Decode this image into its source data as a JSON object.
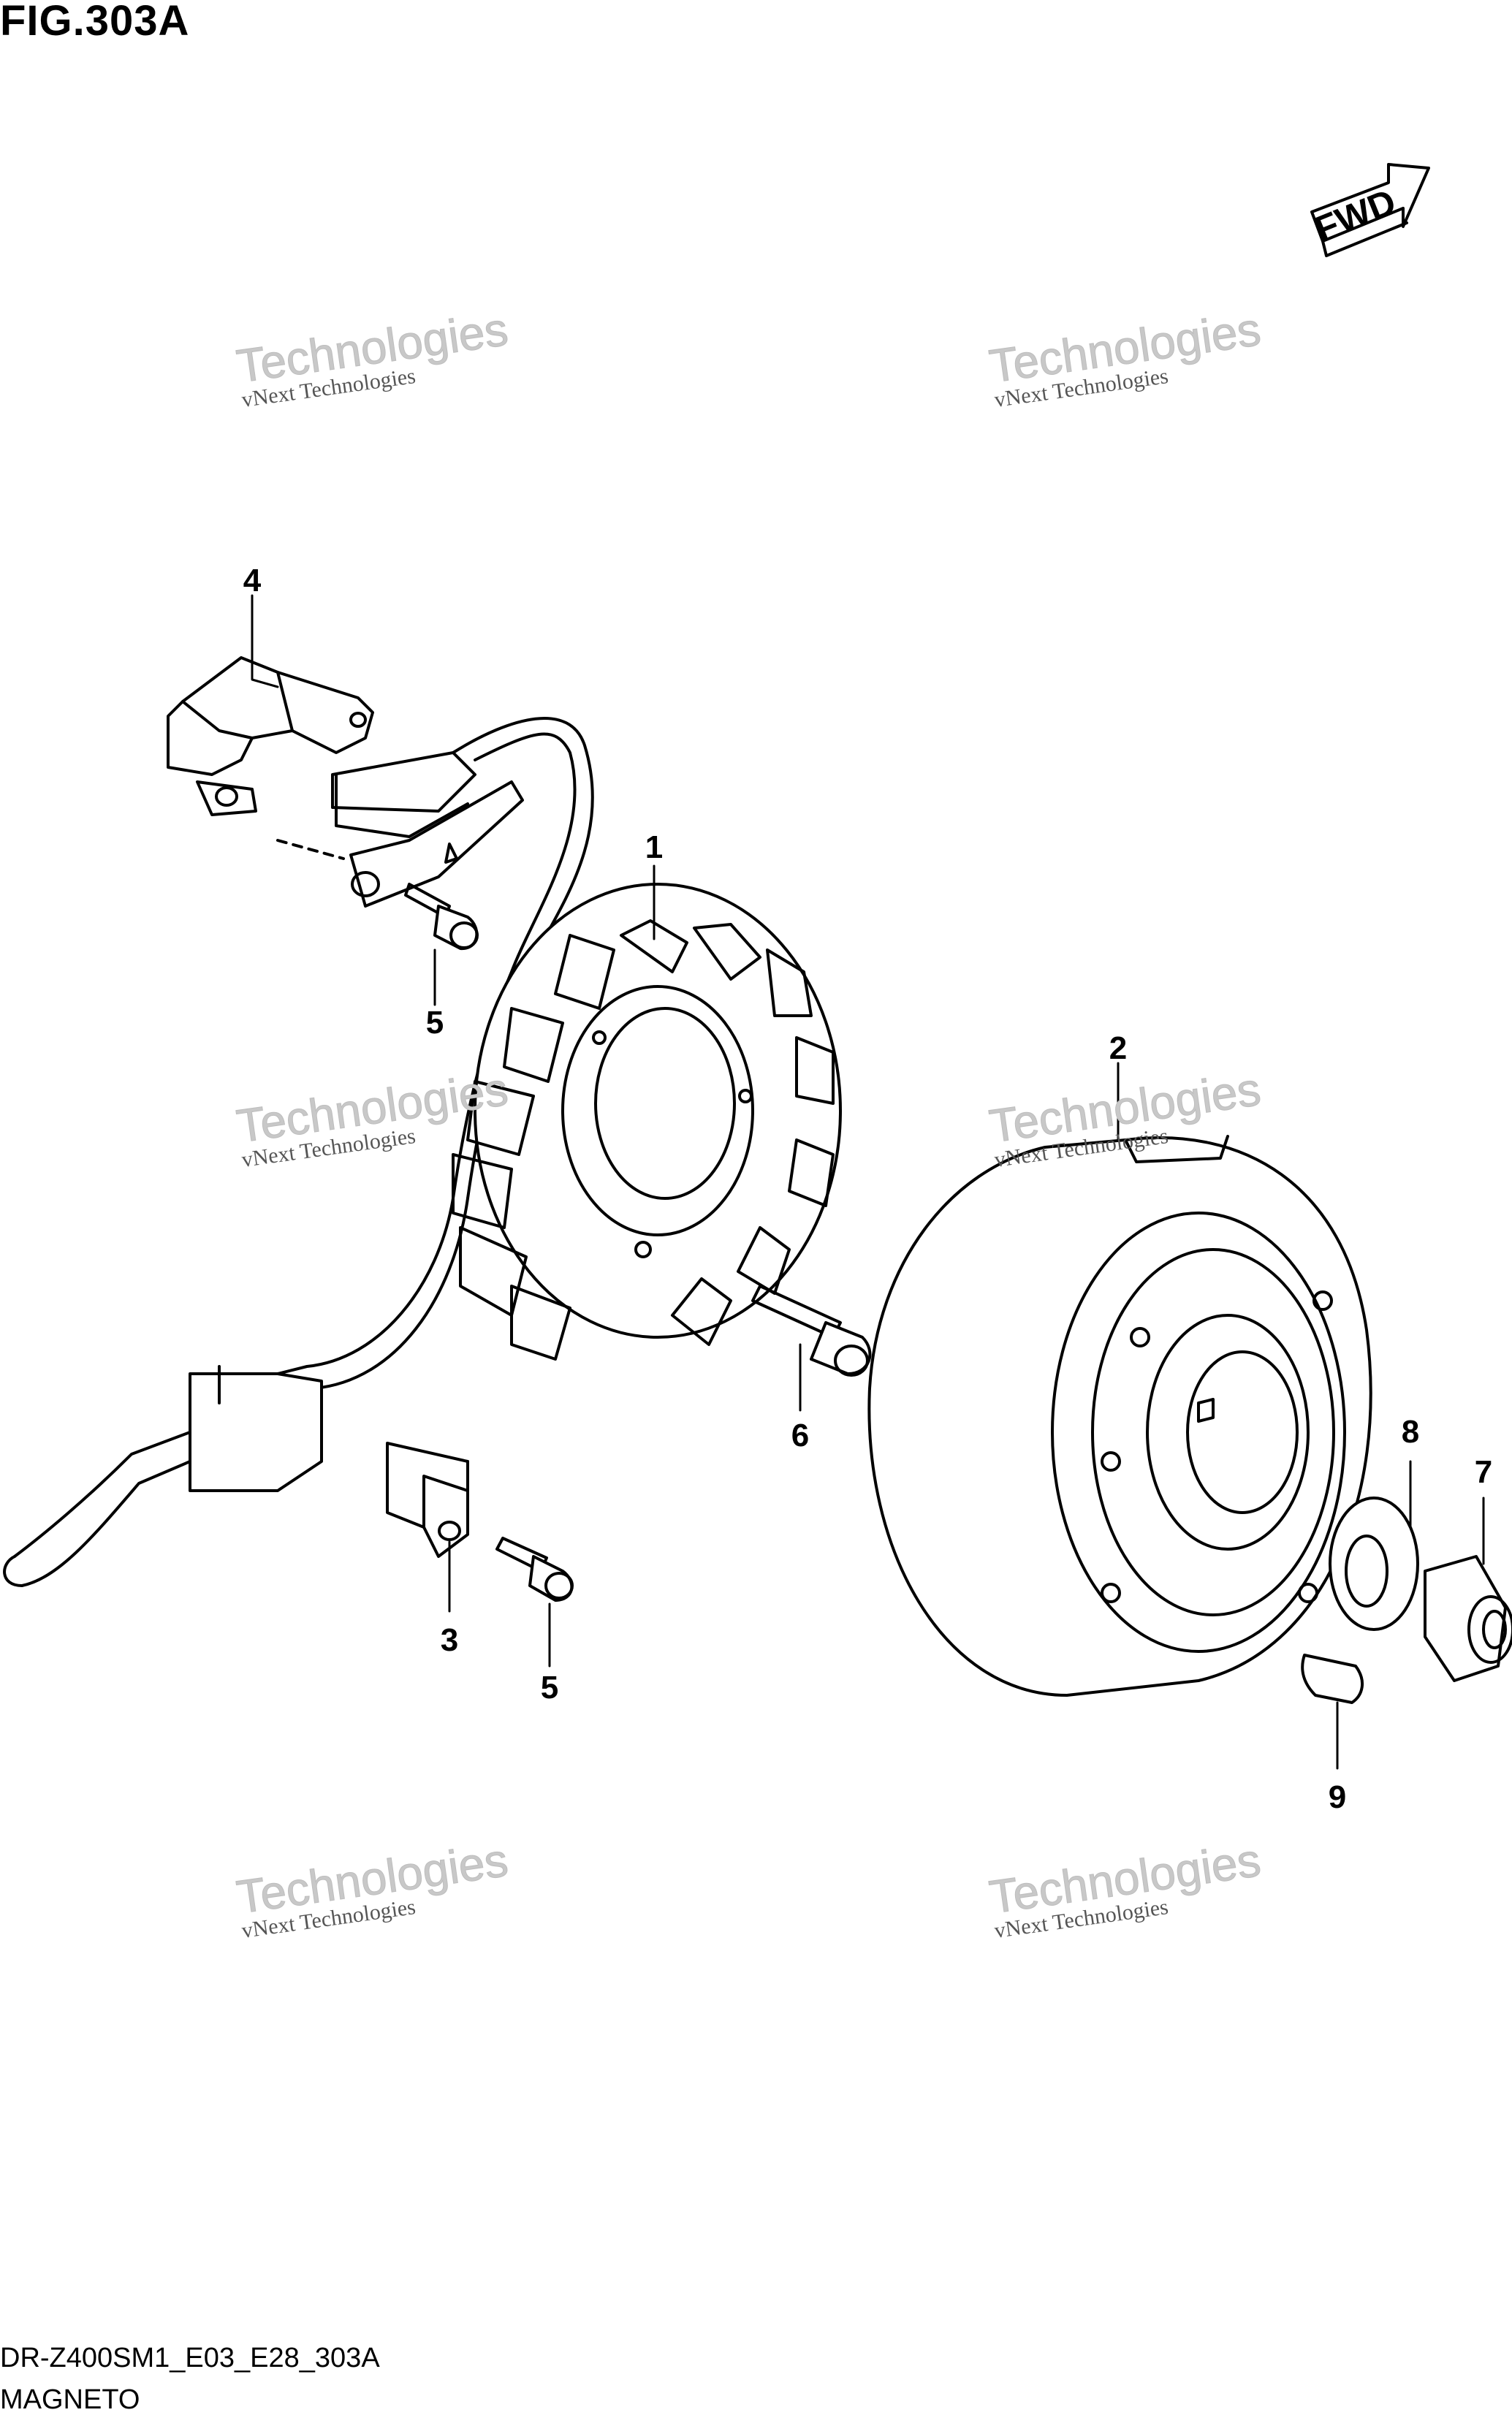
{
  "figure": {
    "title": "FIG.303A",
    "code": "DR-Z400SM1_E03_E28_303A",
    "name": "MAGNETO",
    "direction_label": "FWD"
  },
  "callouts": [
    {
      "id": "c1",
      "label": "1"
    },
    {
      "id": "c2",
      "label": "2"
    },
    {
      "id": "c3",
      "label": "3"
    },
    {
      "id": "c4",
      "label": "4"
    },
    {
      "id": "c5a",
      "label": "5"
    },
    {
      "id": "c5b",
      "label": "5"
    },
    {
      "id": "c6",
      "label": "6"
    },
    {
      "id": "c7",
      "label": "7"
    },
    {
      "id": "c8",
      "label": "8"
    },
    {
      "id": "c9",
      "label": "9"
    }
  ],
  "watermark": {
    "brand": "vNext",
    "big": "Technologies",
    "small": "vNext Technologies"
  }
}
